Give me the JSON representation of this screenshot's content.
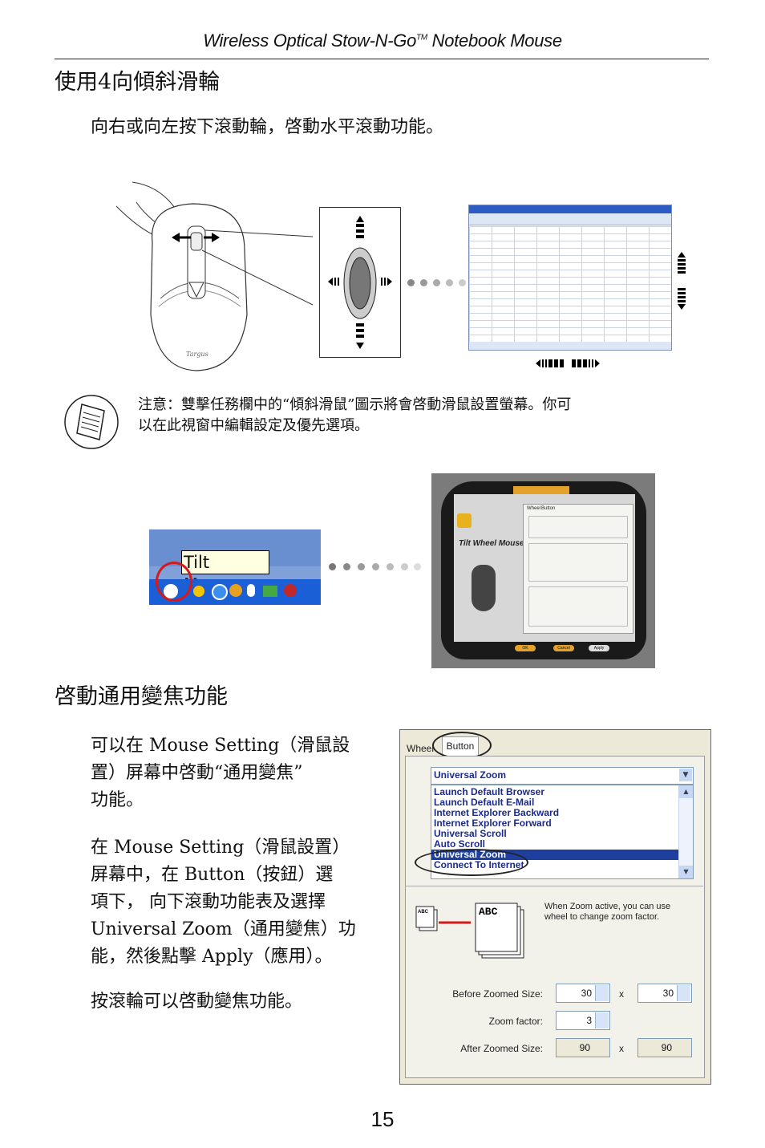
{
  "header": {
    "title_main": "Wireless Optical Stow-N-Go",
    "title_tm": "TM",
    "title_tail": " Notebook Mouse"
  },
  "section1": {
    "heading": "使用4向傾斜滑輪",
    "text": "向右或向左按下滾動輪，啓動水平滾動功能。"
  },
  "illustration": {
    "logo": "Targus"
  },
  "note": {
    "line1": "注意：雙擊任務欄中的“傾斜滑鼠”圖示將會啓動滑鼠設置螢幕。你可",
    "line2": "以在此視窗中編輯設定及優先選項。"
  },
  "taskbar": {
    "tooltip": "Tilt Mouse"
  },
  "tilt_app": {
    "title": "Tilt Wheel Mouse",
    "tab_wheel": "Wheel",
    "tab_button": "Button",
    "ok": "OK",
    "cancel": "Cancel",
    "apply": "Apply"
  },
  "section2": {
    "heading": "啓動通用變焦功能",
    "p1_l1": "可以在 Mouse Setting（滑鼠設",
    "p1_l2": "置）屏幕中啓動“通用變焦”",
    "p1_l3": "功能。",
    "p2_l1": "在 Mouse Setting（滑鼠設置）",
    "p2_l2": "屏幕中，在 Button（按鈕）選",
    "p2_l3": "項下， 向下滾動功能表及選擇",
    "p2_l4": "Universal Zoom（通用變焦）功",
    "p2_l5": "能，然後點擊 Apply（應用）。",
    "p3": "按滾輪可以啓動變焦功能。"
  },
  "dialog": {
    "tab_wheel": "Wheel",
    "tab_button": "Button",
    "combo_value": "Universal Zoom",
    "list_items": [
      "Launch Default Browser",
      "Launch Default E-Mail",
      "Internet Explorer Backward",
      "Internet Explorer Forward",
      "Universal Scroll",
      "Auto Scroll",
      "Universal Zoom",
      "Connect To Internet"
    ],
    "selected_index": 6,
    "abc_label": "ABC",
    "abc_small": "ABC",
    "info": "When Zoom active, you can use wheel to change zoom factor.",
    "before_label": "Before Zoomed Size:",
    "before_w": "30",
    "before_h": "30",
    "times1": "x",
    "zoom_label": "Zoom factor:",
    "zoom_value": "3",
    "after_label": "After Zoomed Size:",
    "after_w": "90",
    "after_h": "90",
    "times2": "x"
  },
  "page_number": "15",
  "colors": {
    "highlight_circle": "#d61a1a",
    "selection": "#1f3f9e",
    "dialog_bg": "#ece9d8"
  }
}
